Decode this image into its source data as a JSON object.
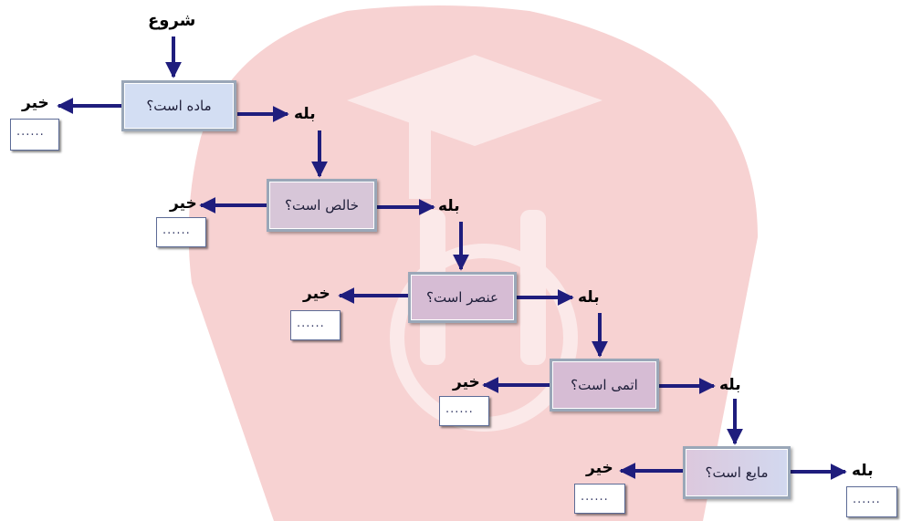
{
  "start": "شروع",
  "yes": "بله",
  "no": "خیر",
  "blank": "......",
  "nodes": [
    {
      "text": "ماده است؟"
    },
    {
      "text": "خالص است؟"
    },
    {
      "text": "عنصر است؟"
    },
    {
      "text": "اتمی است؟"
    },
    {
      "text": "مایع است؟"
    }
  ],
  "colors": {
    "arrow": "#1f1d7d",
    "node_border": "#9aa7b8",
    "watermark": "#f7d2d2"
  }
}
